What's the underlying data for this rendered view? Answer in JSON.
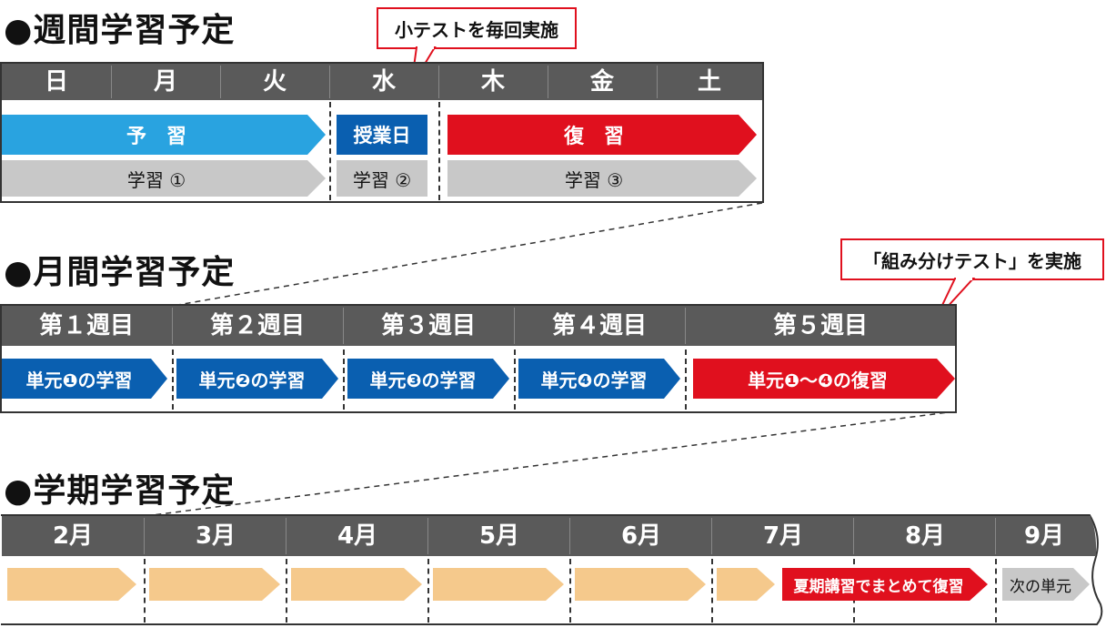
{
  "colors": {
    "header_gray": "#5a5a5a",
    "blue_light": "#29a3e0",
    "blue_dark": "#0a5fb0",
    "red": "#e0101e",
    "gray_light": "#c8c8c8",
    "orange": "#f5c98c"
  },
  "weekly": {
    "title": "●週間学習予定",
    "callout": "小テストを毎回実施",
    "days": [
      "日",
      "月",
      "火",
      "水",
      "木",
      "金",
      "土"
    ],
    "preview": "予　習",
    "class_day": "授業日",
    "review": "復　習",
    "study1": "学習 ①",
    "study2": "学習 ②",
    "study3": "学習 ③"
  },
  "monthly": {
    "title": "●月間学習予定",
    "callout": "「組み分けテスト」を実施",
    "weeks": [
      "第１週目",
      "第２週目",
      "第３週目",
      "第４週目",
      "第５週目"
    ],
    "units": [
      "単元❶の学習",
      "単元❷の学習",
      "単元❸の学習",
      "単元❹の学習",
      "単元❶～❹の復習"
    ]
  },
  "term": {
    "title": "●学期学習予定",
    "months": [
      "2月",
      "3月",
      "4月",
      "5月",
      "6月",
      "7月",
      "8月",
      "9月"
    ],
    "summer": "夏期講習でまとめて復習",
    "next": "次の単元"
  }
}
